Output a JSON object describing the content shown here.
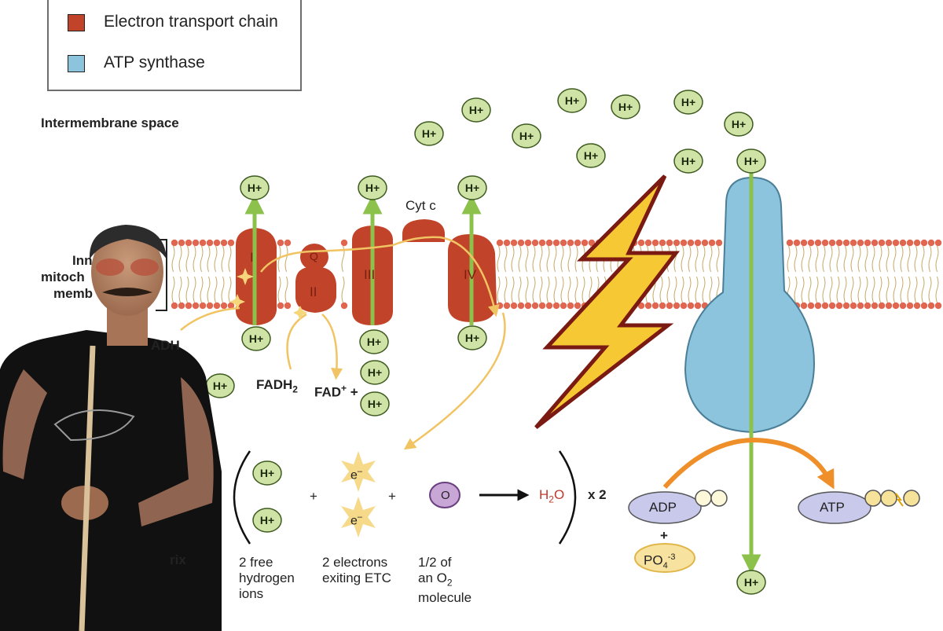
{
  "legend": {
    "items": [
      {
        "label": "Electron transport chain",
        "color": "#c1432a"
      },
      {
        "label": "ATP synthase",
        "color": "#8bc4dc"
      }
    ]
  },
  "regions": {
    "intermembrane": "Intermembrane space",
    "membrane_line1": "Inn",
    "membrane_line2": "mitoch",
    "membrane_line3": "memb",
    "matrix": "rix"
  },
  "ion_label": "H+",
  "complexes": {
    "I": "I",
    "II": "II",
    "III": "III",
    "IV": "IV",
    "Q": "Q",
    "cyt_c": "Cyt c"
  },
  "molecules": {
    "nadh_partial": "ADH",
    "fadh2": "FADH",
    "fadh2_sub": "2",
    "fad": "FAD",
    "fad_sup": "+",
    "plus": "+",
    "electron": "e",
    "electron_sup": "–",
    "oxygen": "O",
    "water": "H",
    "water_sub": "2",
    "water_o": "O",
    "times_two": "x 2",
    "adp": "ADP",
    "atp": "ATP",
    "phosphate": "PO",
    "phosphate_sub": "4",
    "phosphate_sup": "-3"
  },
  "captions": {
    "free_ions": [
      "2 free",
      "hydrogen",
      "ions"
    ],
    "electrons": [
      "2 electrons",
      "exiting ETC"
    ],
    "oxygen_line1": "1/2 of",
    "oxygen_line2_pre": "an O",
    "oxygen_line2_sub": "2",
    "oxygen_line3": "molecule"
  },
  "colors": {
    "hplus_fill": "#cfe3a6",
    "hplus_stroke": "#3d5a1f",
    "etc": "#c1432a",
    "atp_synthase": "#8bc4dc",
    "membrane_head": "#e06650",
    "arrow_green": "#8cc14c",
    "arrow_yellow": "#f1c463",
    "arrow_orange": "#ef8f2a",
    "bolt_yellow": "#f6c934",
    "bolt_dark": "#7a1a12",
    "water_red": "#c0392b"
  }
}
